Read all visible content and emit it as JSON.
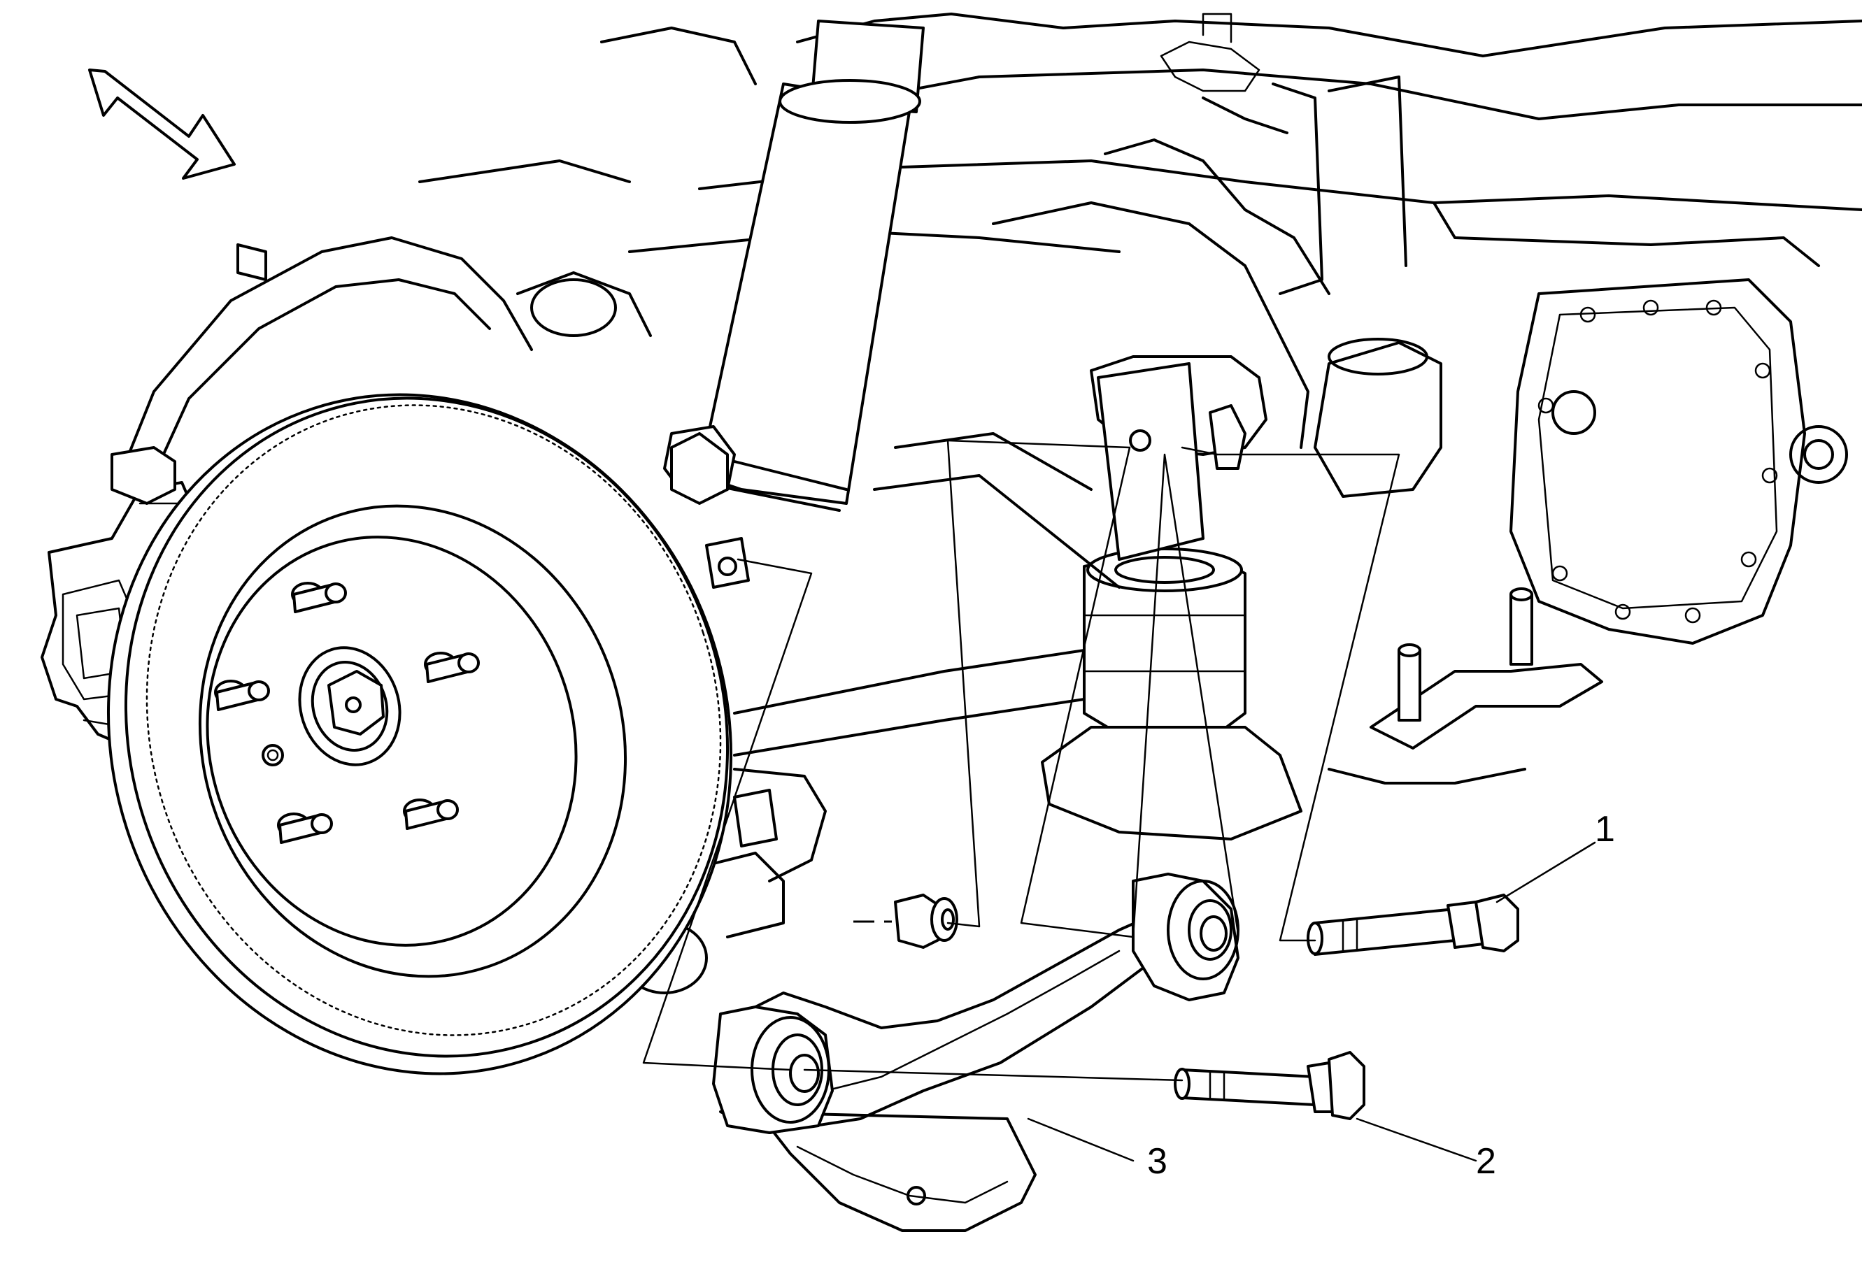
{
  "diagram": {
    "callouts": [
      {
        "id": "1",
        "label": "1"
      },
      {
        "id": "2",
        "label": "2"
      },
      {
        "id": "3",
        "label": "3"
      }
    ],
    "colors": {
      "line": "#000000",
      "background": "#ffffff"
    },
    "icons": {
      "direction": "direction-arrow-icon"
    }
  }
}
